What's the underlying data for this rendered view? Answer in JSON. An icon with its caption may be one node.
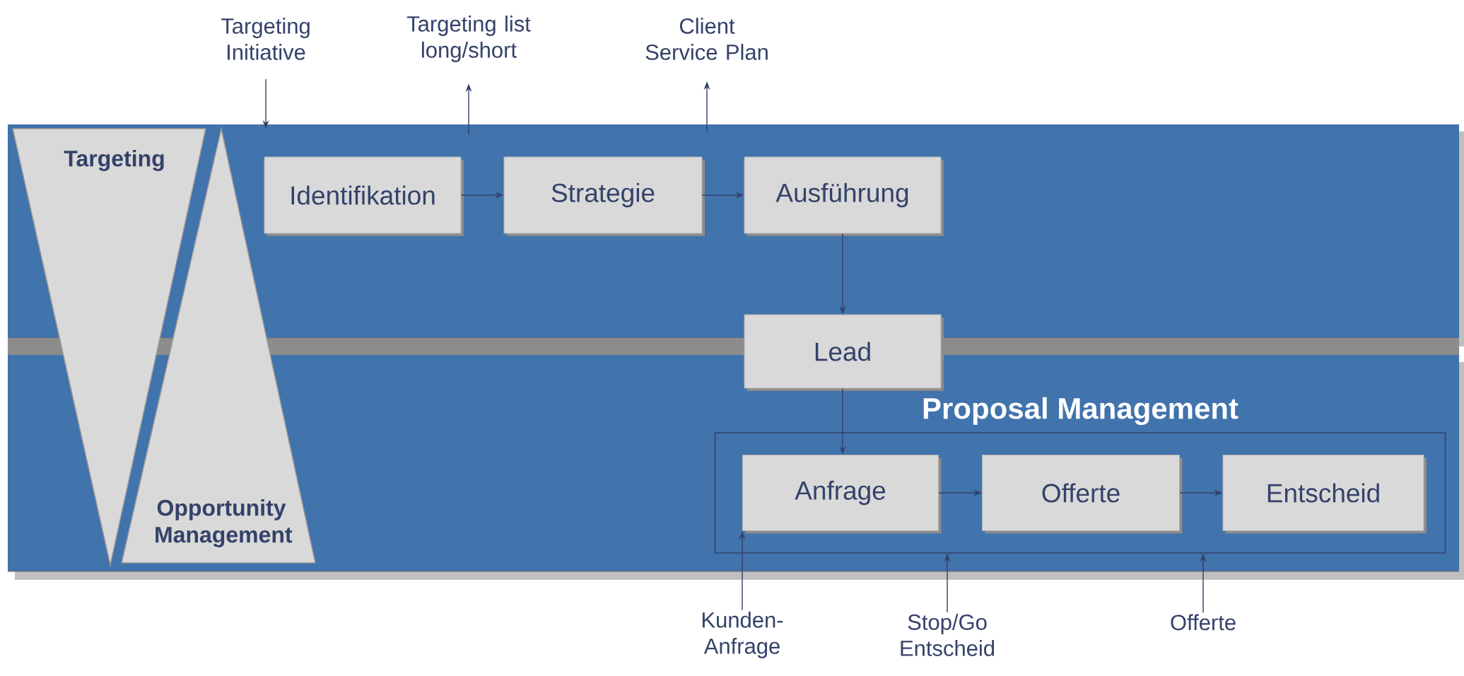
{
  "diagram": {
    "nodes": [
      {
        "text": [
          "Targeting"
        ]
      },
      {
        "text": [
          "Opportunity Management"
        ]
      },
      {
        "text": [
          "Targeting Initiative"
        ]
      },
      {
        "text": [
          "Targeting list long/short"
        ]
      },
      {
        "text": [
          "Client Service Plan"
        ]
      },
      {
        "text": [
          "Identifikation"
        ]
      },
      {
        "text": [
          "Strategie"
        ]
      },
      {
        "text": [
          "Ausführung"
        ]
      },
      {
        "text": [
          "Lead"
        ]
      },
      {
        "text": [
          "Proposal Management"
        ]
      },
      {
        "text": [
          "Anfrage"
        ],
        "in": 9
      },
      {
        "text": [
          "Offerte"
        ],
        "in": 9
      },
      {
        "text": [
          "Entscheid"
        ],
        "in": 9
      },
      {
        "text": [
          "Kunden-Anfrage"
        ]
      },
      {
        "text": [
          "Stop/Go Entscheid"
        ]
      },
      {
        "text": [
          "Offerte"
        ]
      }
    ],
    "edges": [
      {
        "from": 2,
        "to": null,
        "arrow": "to"
      },
      {
        "from": null,
        "to": 3,
        "arrow": "to"
      },
      {
        "from": null,
        "to": 4,
        "arrow": "to"
      },
      {
        "from": 5,
        "to": 6,
        "arrow": "to"
      },
      {
        "from": 6,
        "to": 7,
        "arrow": "to"
      },
      {
        "from": 7,
        "to": 8,
        "arrow": "to"
      },
      {
        "from": 8,
        "to": 10,
        "arrow": "to"
      },
      {
        "from": 10,
        "to": 11,
        "arrow": "to"
      },
      {
        "from": 11,
        "to": 12,
        "arrow": "to"
      },
      {
        "from": 13,
        "to": 10,
        "arrow": "to"
      },
      {
        "from": 14,
        "to": 9,
        "arrow": "to"
      },
      {
        "from": 15,
        "to": 9,
        "arrow": "to"
      }
    ]
  }
}
